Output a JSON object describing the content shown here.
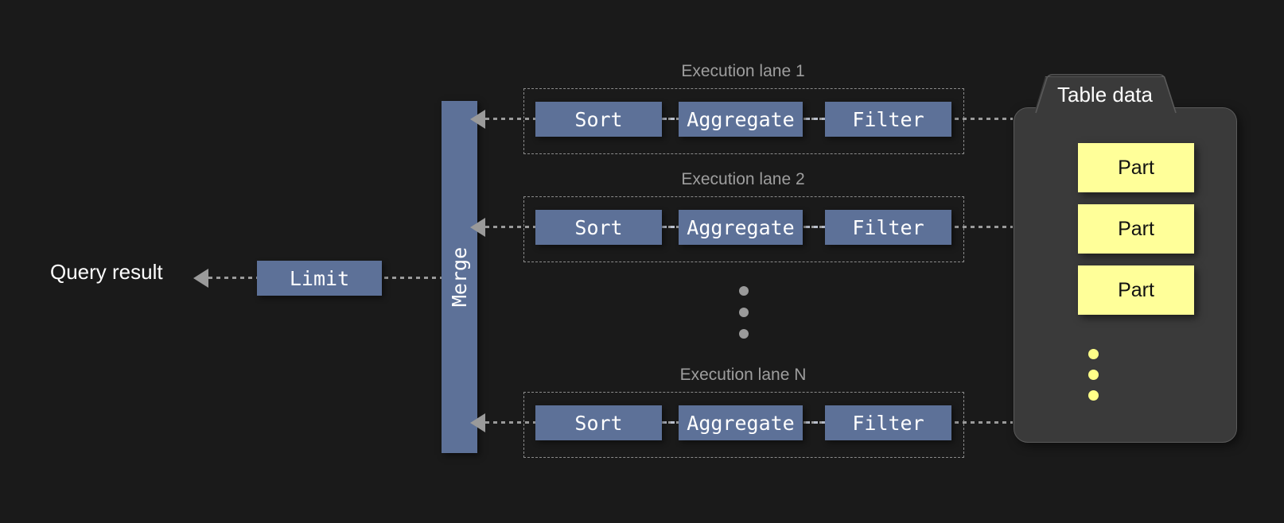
{
  "diagram": {
    "background_color": "#1a1a1a",
    "operator_color": "#5d7198",
    "part_color": "#ffff99",
    "panel_color": "#3a3a3a",
    "connector_color": "#9a9a9a",
    "output_label": "Query result",
    "limit_label": "Limit",
    "merge_label": "Merge",
    "lanes": [
      {
        "label": "Execution lane 1",
        "operators": [
          {
            "label": "Sort"
          },
          {
            "label": "Aggregate"
          },
          {
            "label": "Filter"
          }
        ]
      },
      {
        "label": "Execution lane 2",
        "operators": [
          {
            "label": "Sort"
          },
          {
            "label": "Aggregate"
          },
          {
            "label": "Filter"
          }
        ]
      },
      {
        "label": "Execution lane N",
        "operators": [
          {
            "label": "Sort"
          },
          {
            "label": "Aggregate"
          },
          {
            "label": "Filter"
          }
        ]
      }
    ],
    "table_data": {
      "title": "Table data",
      "parts": [
        {
          "label": "Part"
        },
        {
          "label": "Part"
        },
        {
          "label": "Part"
        }
      ],
      "more_indicator": "vertical-ellipsis"
    },
    "lane_continuation_indicator": "vertical-ellipsis"
  }
}
